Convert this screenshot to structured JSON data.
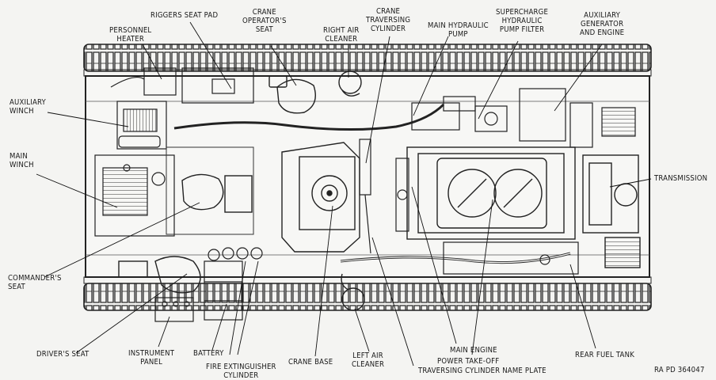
{
  "labels": {
    "riggers_seat_pad": "RIGGERS SEAT PAD",
    "personnel_heater": "PERSONNEL\nHEATER",
    "crane_operators_seat": "CRANE\nOPERATOR'S\nSEAT",
    "right_air_cleaner": "RIGHT AIR\nCLEANER",
    "crane_traversing_cylinder": "CRANE\nTRAVERSING\nCYLINDER",
    "main_hydraulic_pump": "MAIN HYDRAULIC\nPUMP",
    "supercharge_filter": "SUPERCHARGE\nHYDRAULIC\nPUMP FILTER",
    "auxiliary_generator": "AUXILIARY\nGENERATOR\nAND ENGINE",
    "auxiliary_winch": "AUXILIARY\nWINCH",
    "main_winch": "MAIN\nWINCH",
    "transmission": "TRANSMISSION",
    "commanders_seat": "COMMANDER'S\nSEAT",
    "drivers_seat": "DRIVER'S SEAT",
    "instrument_panel": "INSTRUMENT\nPANEL",
    "battery": "BATTERY",
    "fire_extinguisher": "FIRE EXTINGUISHER\nCYLINDER",
    "crane_base": "CRANE BASE",
    "left_air_cleaner": "LEFT AIR\nCLEANER",
    "main_engine": "MAIN ENGINE",
    "power_takeoff": "POWER TAKE-OFF",
    "traversing_name_plate": "TRAVERSING CYLINDER NAME PLATE",
    "rear_fuel_tank": "REAR FUEL TANK",
    "ref_code": "RA PD 364047"
  }
}
